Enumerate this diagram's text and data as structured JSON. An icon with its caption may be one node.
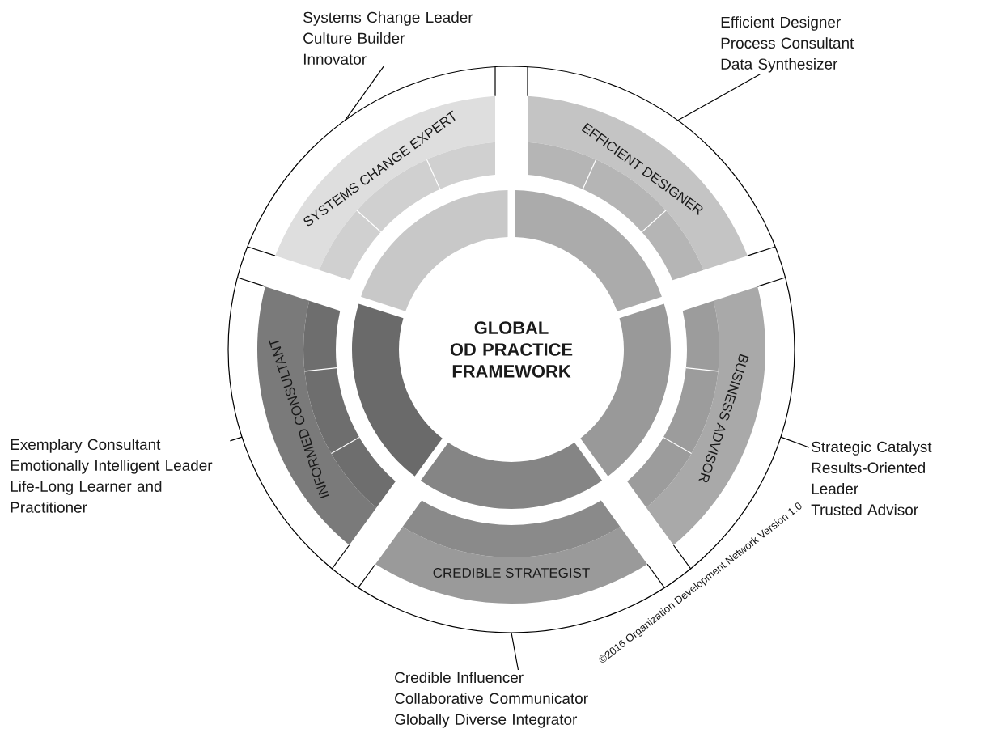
{
  "diagram": {
    "nodes": [
      {
        "text": [
          "GLOBAL OD PRACTICE FRAMEWORK"
        ]
      },
      {
        "text": [
          "SYSTEMS CHANGE EXPERT"
        ]
      },
      {
        "text": [
          "EFFICIENT DESIGNER"
        ]
      },
      {
        "text": [
          "BUSINESS ADVISOR"
        ]
      },
      {
        "text": [
          "CREDIBLE STRATEGIST"
        ]
      },
      {
        "text": [
          "INFORMED CONSULTANT"
        ]
      },
      {
        "text": [
          "Systems Change Leader",
          "Culture Builder",
          "Innovator"
        ]
      },
      {
        "text": [
          "Efficient Designer",
          "Process Consultant",
          "Data Synthesizer"
        ]
      },
      {
        "text": [
          "Strategic Catalyst",
          "Results-Oriented Leader",
          "Trusted Advisor"
        ]
      },
      {
        "text": [
          "Credible Influencer",
          "Collaborative Communicator",
          "Globally Diverse Integrator"
        ]
      },
      {
        "text": [
          "Exemplary Consultant",
          "Emotionally Intelligent Leader",
          "Life-Long Learner and Practitioner"
        ]
      },
      {
        "text": [],
        "shape": "arc"
      },
      {
        "text": [],
        "shape": "arc"
      },
      {
        "text": [],
        "shape": "arc"
      },
      {
        "text": [],
        "shape": "arc"
      },
      {
        "text": [],
        "shape": "arc"
      }
    ],
    "edges": [
      {
        "from": 6,
        "to": null,
        "arrow": "none"
      },
      {
        "from": 7,
        "to": null,
        "arrow": "none"
      },
      {
        "from": 8,
        "to": null,
        "arrow": "none"
      },
      {
        "from": 9,
        "to": null,
        "arrow": "none"
      },
      {
        "from": 10,
        "to": null,
        "arrow": "none"
      }
    ],
    "labels": [
      "©2016 Organization Development Network Version 1.0"
    ]
  }
}
